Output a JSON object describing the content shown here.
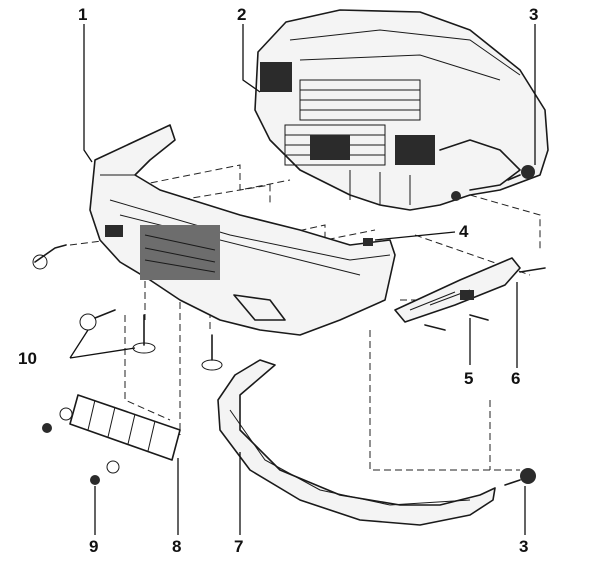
{
  "diagram": {
    "callouts": [
      {
        "id": "c1",
        "label": "1"
      },
      {
        "id": "c2",
        "label": "2"
      },
      {
        "id": "c3a",
        "label": "3"
      },
      {
        "id": "c4",
        "label": "4"
      },
      {
        "id": "c5",
        "label": "5"
      },
      {
        "id": "c6",
        "label": "6"
      },
      {
        "id": "c10",
        "label": "10"
      },
      {
        "id": "c9",
        "label": "9"
      },
      {
        "id": "c8",
        "label": "8"
      },
      {
        "id": "c7",
        "label": "7"
      },
      {
        "id": "c3b",
        "label": "3"
      }
    ]
  }
}
